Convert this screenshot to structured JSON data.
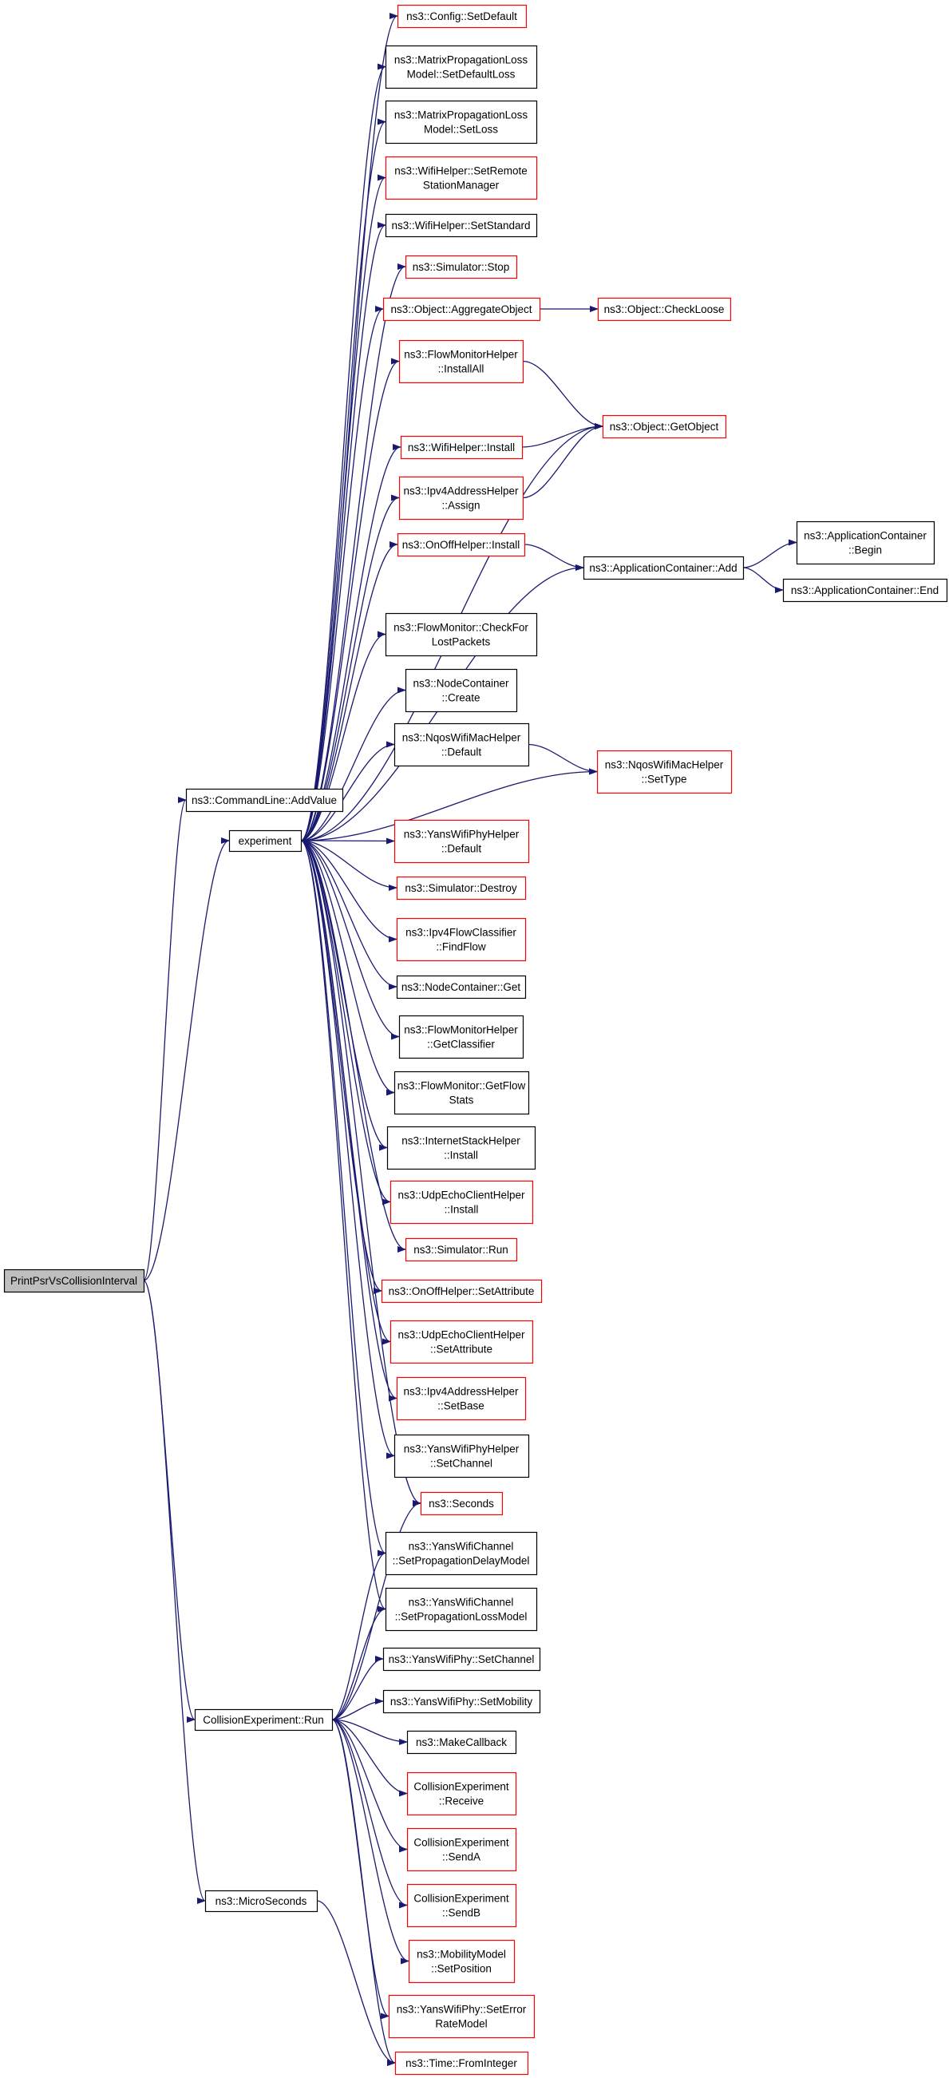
{
  "colors": {
    "edge": "#191970",
    "border_red": "#ff0000",
    "border_black": "#000000",
    "root_fill": "#bfbfbf",
    "node_fill": "#ffffff",
    "text": "#000000"
  },
  "nodes": [
    {
      "id": "root",
      "lines": [
        "PrintPsrVsCollisionInterval"
      ],
      "border": "black",
      "root": true
    },
    {
      "id": "add_value",
      "lines": [
        "ns3::CommandLine::AddValue"
      ],
      "border": "black"
    },
    {
      "id": "experiment",
      "lines": [
        "experiment"
      ],
      "border": "black"
    },
    {
      "id": "collision_run",
      "lines": [
        "CollisionExperiment::Run"
      ],
      "border": "black"
    },
    {
      "id": "micro_seconds",
      "lines": [
        "ns3::MicroSeconds"
      ],
      "border": "black"
    },
    {
      "id": "config_set_default",
      "lines": [
        "ns3::Config::SetDefault"
      ],
      "border": "red"
    },
    {
      "id": "matrix_set_default_loss",
      "lines": [
        "ns3::MatrixPropagationLoss",
        "Model::SetDefaultLoss"
      ],
      "border": "black"
    },
    {
      "id": "matrix_set_loss",
      "lines": [
        "ns3::MatrixPropagationLoss",
        "Model::SetLoss"
      ],
      "border": "black"
    },
    {
      "id": "wifi_set_remote",
      "lines": [
        "ns3::WifiHelper::SetRemote",
        "StationManager"
      ],
      "border": "red"
    },
    {
      "id": "wifi_set_standard",
      "lines": [
        "ns3::WifiHelper::SetStandard"
      ],
      "border": "black"
    },
    {
      "id": "sim_stop",
      "lines": [
        "ns3::Simulator::Stop"
      ],
      "border": "red"
    },
    {
      "id": "aggregate_object",
      "lines": [
        "ns3::Object::AggregateObject"
      ],
      "border": "red"
    },
    {
      "id": "check_loose",
      "lines": [
        "ns3::Object::CheckLoose"
      ],
      "border": "red"
    },
    {
      "id": "flowmon_install_all",
      "lines": [
        "ns3::FlowMonitorHelper",
        "::InstallAll"
      ],
      "border": "red"
    },
    {
      "id": "get_object",
      "lines": [
        "ns3::Object::GetObject"
      ],
      "border": "red"
    },
    {
      "id": "wifi_install",
      "lines": [
        "ns3::WifiHelper::Install"
      ],
      "border": "red"
    },
    {
      "id": "ipv4_assign",
      "lines": [
        "ns3::Ipv4AddressHelper",
        "::Assign"
      ],
      "border": "red"
    },
    {
      "id": "onoff_install",
      "lines": [
        "ns3::OnOffHelper::Install"
      ],
      "border": "red"
    },
    {
      "id": "app_add",
      "lines": [
        "ns3::ApplicationContainer::Add"
      ],
      "border": "black"
    },
    {
      "id": "app_begin",
      "lines": [
        "ns3::ApplicationContainer",
        "::Begin"
      ],
      "border": "black"
    },
    {
      "id": "app_end",
      "lines": [
        "ns3::ApplicationContainer::End"
      ],
      "border": "black"
    },
    {
      "id": "flowmon_check_lost",
      "lines": [
        "ns3::FlowMonitor::CheckFor",
        "LostPackets"
      ],
      "border": "black"
    },
    {
      "id": "node_create",
      "lines": [
        "ns3::NodeContainer",
        "::Create"
      ],
      "border": "black"
    },
    {
      "id": "nqos_default",
      "lines": [
        "ns3::NqosWifiMacHelper",
        "::Default"
      ],
      "border": "black"
    },
    {
      "id": "nqos_set_type",
      "lines": [
        "ns3::NqosWifiMacHelper",
        "::SetType"
      ],
      "border": "red"
    },
    {
      "id": "yans_phy_default",
      "lines": [
        "ns3::YansWifiPhyHelper",
        "::Default"
      ],
      "border": "red"
    },
    {
      "id": "sim_destroy",
      "lines": [
        "ns3::Simulator::Destroy"
      ],
      "border": "red"
    },
    {
      "id": "ipv4_find_flow",
      "lines": [
        "ns3::Ipv4FlowClassifier",
        "::FindFlow"
      ],
      "border": "red"
    },
    {
      "id": "node_get",
      "lines": [
        "ns3::NodeContainer::Get"
      ],
      "border": "black"
    },
    {
      "id": "flowmon_get_classifier",
      "lines": [
        "ns3::FlowMonitorHelper",
        "::GetClassifier"
      ],
      "border": "black"
    },
    {
      "id": "flowmon_get_stats",
      "lines": [
        "ns3::FlowMonitor::GetFlow",
        "Stats"
      ],
      "border": "black"
    },
    {
      "id": "inet_install",
      "lines": [
        "ns3::InternetStackHelper",
        "::Install"
      ],
      "border": "black"
    },
    {
      "id": "udp_install",
      "lines": [
        "ns3::UdpEchoClientHelper",
        "::Install"
      ],
      "border": "red"
    },
    {
      "id": "sim_run",
      "lines": [
        "ns3::Simulator::Run"
      ],
      "border": "red"
    },
    {
      "id": "onoff_set_attr",
      "lines": [
        "ns3::OnOffHelper::SetAttribute"
      ],
      "border": "red"
    },
    {
      "id": "udp_set_attr",
      "lines": [
        "ns3::UdpEchoClientHelper",
        "::SetAttribute"
      ],
      "border": "red"
    },
    {
      "id": "ipv4_set_base",
      "lines": [
        "ns3::Ipv4AddressHelper",
        "::SetBase"
      ],
      "border": "red"
    },
    {
      "id": "yans_phy_set_channel",
      "lines": [
        "ns3::YansWifiPhyHelper",
        "::SetChannel"
      ],
      "border": "black"
    },
    {
      "id": "seconds",
      "lines": [
        "ns3::Seconds"
      ],
      "border": "red"
    },
    {
      "id": "chan_set_delay",
      "lines": [
        "ns3::YansWifiChannel",
        "::SetPropagationDelayModel"
      ],
      "border": "black"
    },
    {
      "id": "chan_set_loss",
      "lines": [
        "ns3::YansWifiChannel",
        "::SetPropagationLossModel"
      ],
      "border": "black"
    },
    {
      "id": "phy_set_channel",
      "lines": [
        "ns3::YansWifiPhy::SetChannel"
      ],
      "border": "black"
    },
    {
      "id": "phy_set_mobility",
      "lines": [
        "ns3::YansWifiPhy::SetMobility"
      ],
      "border": "black"
    },
    {
      "id": "make_callback",
      "lines": [
        "ns3::MakeCallback"
      ],
      "border": "black"
    },
    {
      "id": "ce_receive",
      "lines": [
        "CollisionExperiment",
        "::Receive"
      ],
      "border": "red"
    },
    {
      "id": "ce_send_a",
      "lines": [
        "CollisionExperiment",
        "::SendA"
      ],
      "border": "red"
    },
    {
      "id": "ce_send_b",
      "lines": [
        "CollisionExperiment",
        "::SendB"
      ],
      "border": "red"
    },
    {
      "id": "mob_set_position",
      "lines": [
        "ns3::MobilityModel",
        "::SetPosition"
      ],
      "border": "red"
    },
    {
      "id": "phy_set_error",
      "lines": [
        "ns3::YansWifiPhy::SetError",
        "RateModel"
      ],
      "border": "red"
    },
    {
      "id": "time_from_integer",
      "lines": [
        "ns3::Time::FromInteger"
      ],
      "border": "red"
    }
  ],
  "edges": [
    [
      "root",
      "add_value"
    ],
    [
      "root",
      "experiment"
    ],
    [
      "root",
      "collision_run"
    ],
    [
      "root",
      "micro_seconds"
    ],
    [
      "experiment",
      "config_set_default"
    ],
    [
      "experiment",
      "matrix_set_default_loss"
    ],
    [
      "experiment",
      "matrix_set_loss"
    ],
    [
      "experiment",
      "wifi_set_remote"
    ],
    [
      "experiment",
      "wifi_set_standard"
    ],
    [
      "experiment",
      "sim_stop"
    ],
    [
      "experiment",
      "aggregate_object"
    ],
    [
      "experiment",
      "flowmon_install_all"
    ],
    [
      "experiment",
      "get_object"
    ],
    [
      "experiment",
      "wifi_install"
    ],
    [
      "experiment",
      "ipv4_assign"
    ],
    [
      "experiment",
      "onoff_install"
    ],
    [
      "experiment",
      "app_add"
    ],
    [
      "experiment",
      "flowmon_check_lost"
    ],
    [
      "experiment",
      "node_create"
    ],
    [
      "experiment",
      "nqos_default"
    ],
    [
      "experiment",
      "nqos_set_type"
    ],
    [
      "experiment",
      "yans_phy_default"
    ],
    [
      "experiment",
      "sim_destroy"
    ],
    [
      "experiment",
      "ipv4_find_flow"
    ],
    [
      "experiment",
      "node_get"
    ],
    [
      "experiment",
      "flowmon_get_classifier"
    ],
    [
      "experiment",
      "flowmon_get_stats"
    ],
    [
      "experiment",
      "inet_install"
    ],
    [
      "experiment",
      "udp_install"
    ],
    [
      "experiment",
      "sim_run"
    ],
    [
      "experiment",
      "onoff_set_attr"
    ],
    [
      "experiment",
      "udp_set_attr"
    ],
    [
      "experiment",
      "ipv4_set_base"
    ],
    [
      "experiment",
      "yans_phy_set_channel"
    ],
    [
      "experiment",
      "seconds"
    ],
    [
      "experiment",
      "chan_set_delay"
    ],
    [
      "experiment",
      "chan_set_loss"
    ],
    [
      "aggregate_object",
      "check_loose"
    ],
    [
      "flowmon_install_all",
      "get_object"
    ],
    [
      "wifi_install",
      "get_object"
    ],
    [
      "ipv4_assign",
      "get_object"
    ],
    [
      "onoff_install",
      "app_add"
    ],
    [
      "app_add",
      "app_begin"
    ],
    [
      "app_add",
      "app_end"
    ],
    [
      "nqos_default",
      "nqos_set_type"
    ],
    [
      "collision_run",
      "seconds"
    ],
    [
      "collision_run",
      "chan_set_delay"
    ],
    [
      "collision_run",
      "chan_set_loss"
    ],
    [
      "collision_run",
      "phy_set_channel"
    ],
    [
      "collision_run",
      "phy_set_mobility"
    ],
    [
      "collision_run",
      "make_callback"
    ],
    [
      "collision_run",
      "ce_receive"
    ],
    [
      "collision_run",
      "ce_send_a"
    ],
    [
      "collision_run",
      "ce_send_b"
    ],
    [
      "collision_run",
      "mob_set_position"
    ],
    [
      "collision_run",
      "phy_set_error"
    ],
    [
      "collision_run",
      "time_from_integer"
    ],
    [
      "micro_seconds",
      "time_from_integer"
    ]
  ]
}
